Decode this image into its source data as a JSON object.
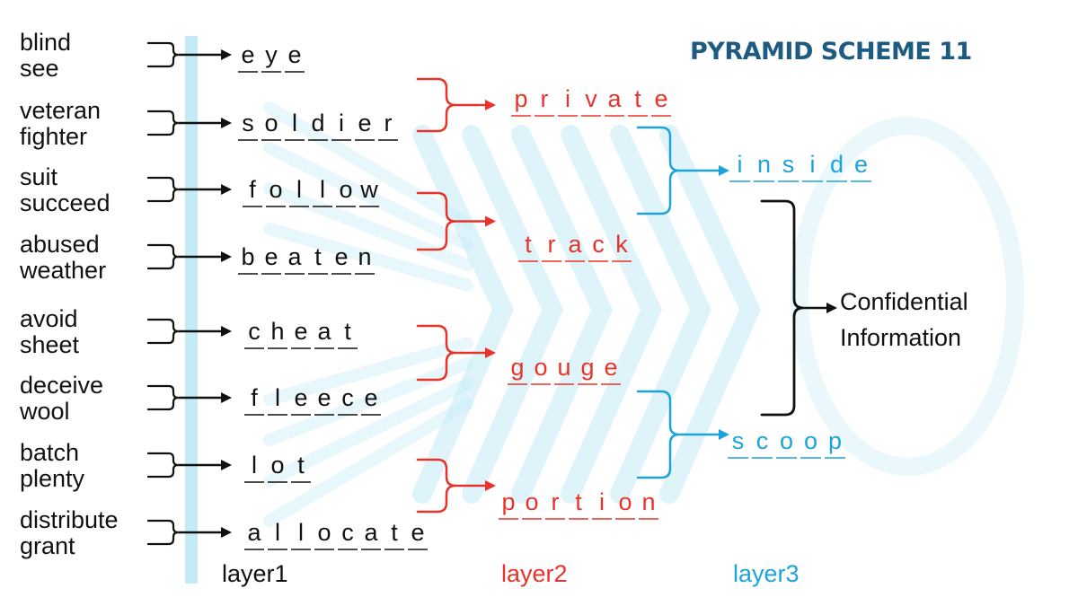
{
  "title": "PYRAMID SCHEME 11",
  "colors": {
    "title": "#1d5b82",
    "layer1": "#111111",
    "layer2": "#e8332a",
    "layer3": "#1aa3dc",
    "background_pattern": "#c4ebf5"
  },
  "layer1": [
    {
      "clue1": "blind",
      "clue2": "see",
      "word": "eye"
    },
    {
      "clue1": "veteran",
      "clue2": "fighter",
      "word": "soldier"
    },
    {
      "clue1": "suit",
      "clue2": "succeed",
      "word": "follow"
    },
    {
      "clue1": "abused",
      "clue2": "weather",
      "word": "beaten"
    },
    {
      "clue1": "avoid",
      "clue2": "sheet",
      "word": "cheat"
    },
    {
      "clue1": "deceive",
      "clue2": "wool",
      "word": "fleece"
    },
    {
      "clue1": "batch",
      "clue2": "plenty",
      "word": "lot"
    },
    {
      "clue1": "distribute",
      "clue2": "grant",
      "word": "allocate"
    }
  ],
  "layer2": [
    "private",
    "track",
    "gouge",
    "portion"
  ],
  "layer3": [
    "inside",
    "scoop"
  ],
  "final": {
    "line1": "Confidential",
    "line2": "Information"
  },
  "layer_labels": {
    "layer1": "layer1",
    "layer2": "layer2",
    "layer3": "layer3"
  }
}
